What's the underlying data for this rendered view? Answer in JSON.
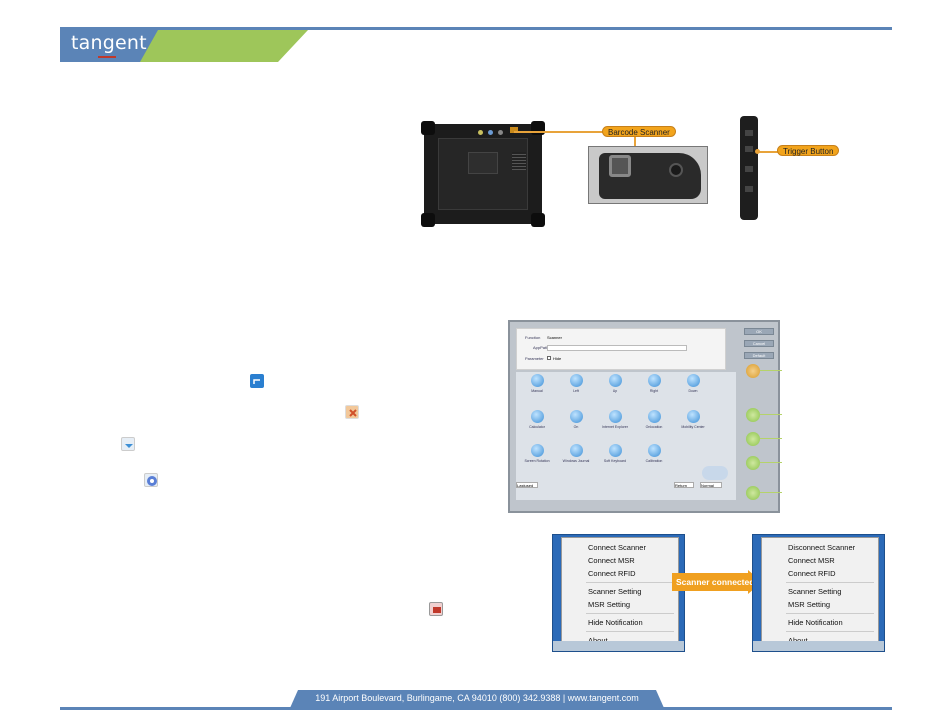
{
  "header": {
    "logo_text": "tangent"
  },
  "figure1": {
    "callout_scanner": "Barcode Scanner",
    "callout_trigger": "Trigger Button"
  },
  "figure2": {
    "function_label": "Function",
    "function_value": "Scanner",
    "app_path_label": "AppPath",
    "parameter_label": "Parameter",
    "parameter_option": "Hide",
    "buttons": [
      "OK",
      "Cancel",
      "Default"
    ],
    "grid_items": [
      "Manual",
      "Left",
      "Up",
      "Right",
      "Down",
      "Calculator",
      "On",
      "Internet Explorer",
      "Onlocation",
      "Mobility Center",
      "Screen Rotation",
      "Windows Journal",
      "Soft Keyboard",
      "Calibration"
    ],
    "bottom_left": "Lastused",
    "bottom_mid": "Return",
    "bottom_right": "Normal"
  },
  "menu_before": {
    "items": [
      "Connect Scanner",
      "Connect MSR",
      "Connect RFID",
      "Scanner Setting",
      "MSR Setting",
      "Hide Notification",
      "About"
    ]
  },
  "menu_after": {
    "items": [
      "Disconnect Scanner",
      "Connect MSR",
      "Connect RFID",
      "Scanner Setting",
      "MSR Setting",
      "Hide Notification",
      "About"
    ]
  },
  "arrow_label": "Scanner connected",
  "footer": {
    "address": "191 Airport Boulevard, Burlingame, CA 94010  (800) 342.9388   |   www.tangent.com"
  },
  "colors": {
    "brand_blue": "#5b84b7",
    "brand_green": "#9ec65a",
    "callout_orange": "#f2a41c"
  }
}
